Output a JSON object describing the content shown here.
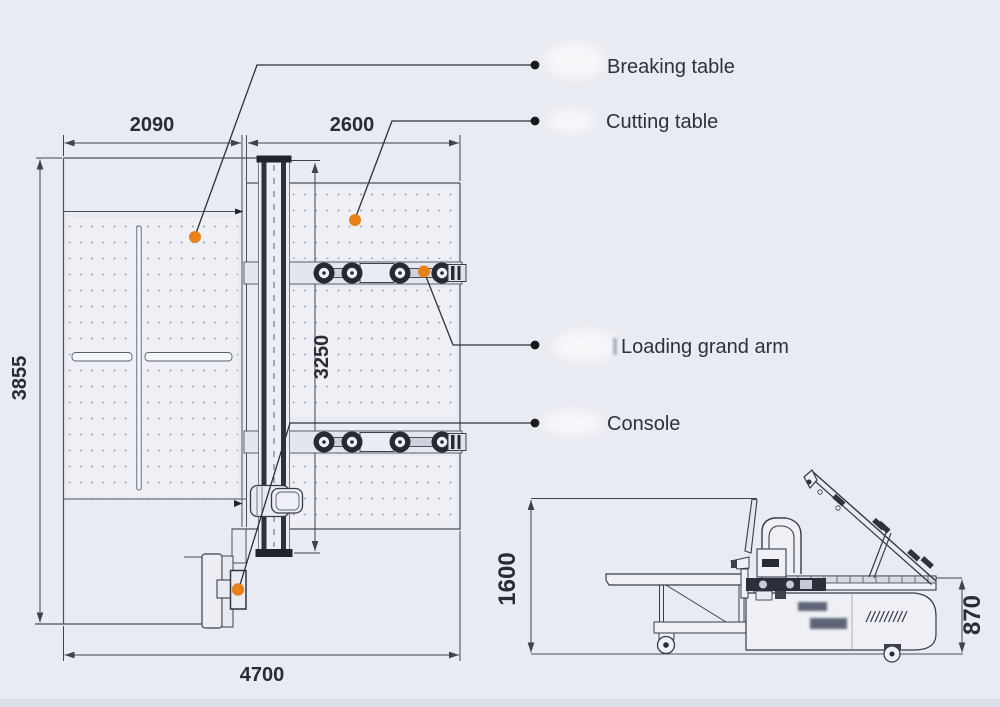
{
  "callouts": {
    "breaking_table": "Breaking table",
    "cutting_table": "Cutting table",
    "loading_arm": "Loading grand arm",
    "console": "Console"
  },
  "dimensions": {
    "breaking_table_width": "2090",
    "cutting_table_width": "2600",
    "overall_depth": "3855",
    "bridge_length": "3250",
    "overall_width": "4700",
    "side_overall_height": "1600",
    "side_table_height": "870"
  },
  "colors": {
    "background": "#e9ebf2",
    "line": "#3d4350",
    "dark_part": "#262a33",
    "marker_orange": "#e8811a",
    "marker_black": "#17181c",
    "text": "#2a2c33"
  }
}
